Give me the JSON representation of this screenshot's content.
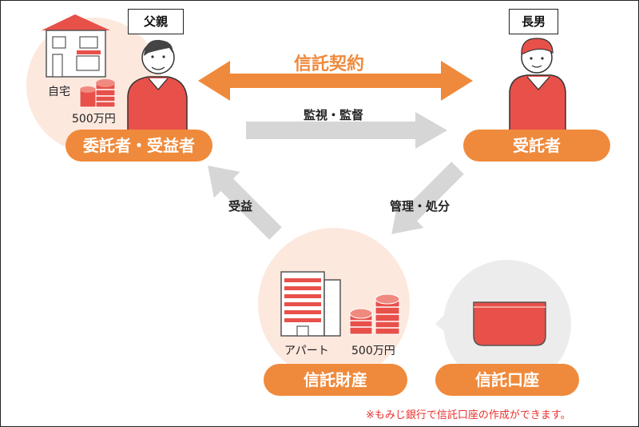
{
  "roles": {
    "father": "父親",
    "son": "長男",
    "settlor_beneficiary": "委託者・受益者",
    "trustee": "受託者",
    "trust_property": "信託財産",
    "trust_account": "信託口座"
  },
  "arrows": {
    "contract": "信託契約",
    "supervision": "監視・監督",
    "benefit": "受益",
    "management": "管理・処分"
  },
  "assets": {
    "home": "自宅",
    "cash_top": "500万円",
    "apartment": "アパート",
    "cash_bottom": "500万円"
  },
  "note": "※もみじ銀行で信託口座の作成ができます。",
  "colors": {
    "accent_orange": "#ef8a3c",
    "coin_red": "#e8504a",
    "bg_peach": "#fde8de",
    "arrow_gray": "#d6d6d6",
    "note_red": "#e8322e"
  }
}
